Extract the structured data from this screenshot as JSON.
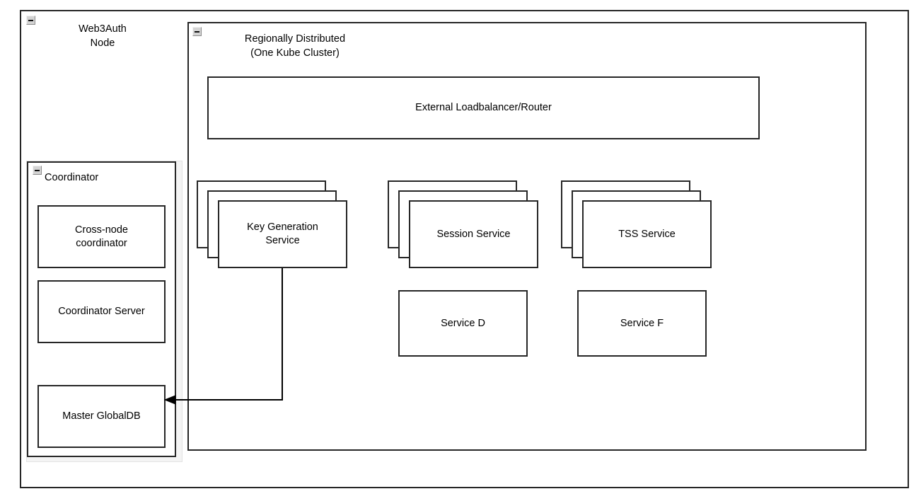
{
  "diagram": {
    "title": "Web3Auth Node architecture",
    "stroke_color": "#262626",
    "background_color": "#ffffff",
    "shadow_color": "#f4f4f4"
  },
  "outer_container": {
    "label": "Web3Auth\nNode",
    "collapse_icon": "minus-square-icon"
  },
  "cluster_container": {
    "label": "Regionally Distributed\n(One Kube Cluster)",
    "collapse_icon": "minus-square-icon"
  },
  "coordinator": {
    "label": "Coordinator",
    "collapse_icon": "minus-square-icon",
    "items": [
      {
        "label": "Cross-node\ncoordinator"
      },
      {
        "label": "Coordinator Server"
      },
      {
        "label": "Master GlobalDB"
      }
    ]
  },
  "loadbalancer": {
    "label": "External Loadbalancer/Router"
  },
  "services": {
    "stacked": [
      {
        "label": "Key Generation\nService",
        "replicas": 3
      },
      {
        "label": "Session Service",
        "replicas": 3
      },
      {
        "label": "TSS Service",
        "replicas": 3
      }
    ],
    "single": [
      {
        "label": "Service D"
      },
      {
        "label": "Service F"
      }
    ]
  },
  "connectors": [
    {
      "from": "Key Generation Service",
      "to": "Master GlobalDB",
      "arrow": "arrow-left",
      "style": "orthogonal"
    }
  ]
}
